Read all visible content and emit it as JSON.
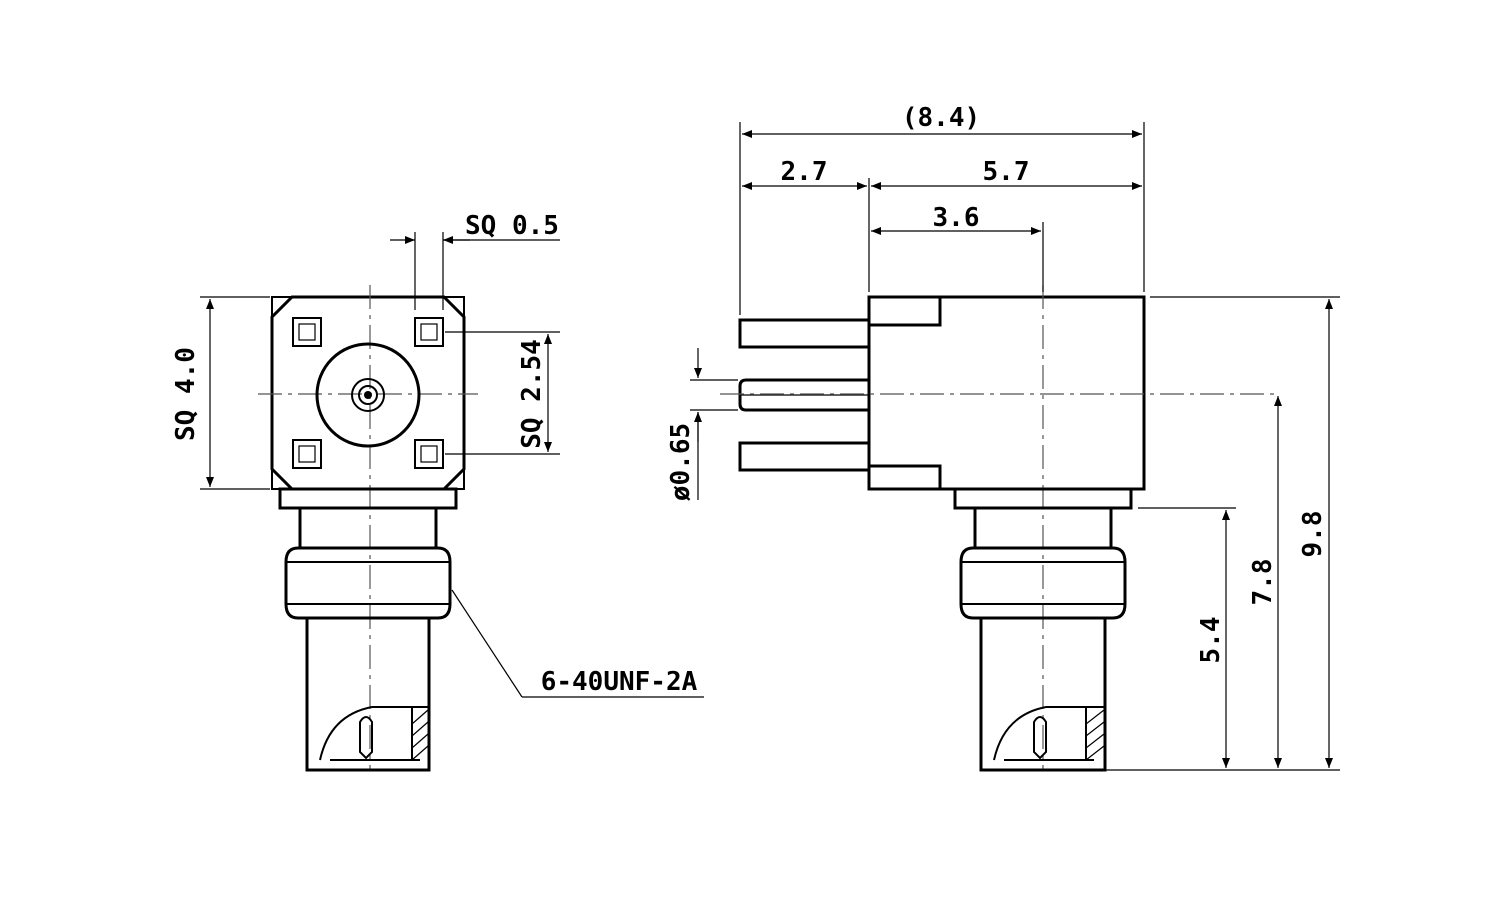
{
  "labels": {
    "sq_pin": "SQ 0.5",
    "sq_body": "SQ 4.0",
    "sq_pitch": "SQ 2.54",
    "thread": "6-40UNF-2A",
    "total_length": "(8.4)",
    "pin_length": "2.7",
    "body_length": "5.7",
    "axis_offset": "3.6",
    "pin_diameter": "ø0.65",
    "height_54": "5.4",
    "height_78": "7.8",
    "height_98": "9.8"
  },
  "colors": {
    "line": "#000000",
    "background": "#ffffff"
  }
}
